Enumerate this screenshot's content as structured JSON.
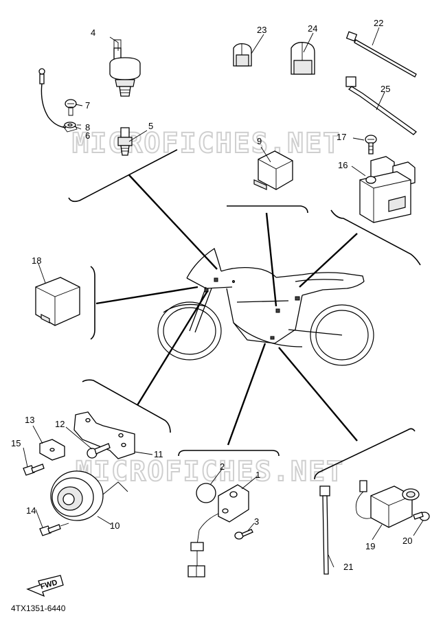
{
  "watermark": {
    "top": "MICROFICHES.NET",
    "bottom": "MICROFICHES.NET"
  },
  "fwd_label": "FWD",
  "diagram_code": "4TX1351-6440",
  "callouts": {
    "c1": "1",
    "c2": "2",
    "c3": "3",
    "c4": "4",
    "c5": "5",
    "c6": "6",
    "c7": "7",
    "c8": "8",
    "c9": "9",
    "c10": "10",
    "c11": "11",
    "c12": "12",
    "c13": "13",
    "c14": "14",
    "c15": "15",
    "c16": "16",
    "c17": "17",
    "c18": "18",
    "c19": "19",
    "c20": "20",
    "c21": "21",
    "c22": "22",
    "c23": "23",
    "c24": "24",
    "c25": "25"
  }
}
